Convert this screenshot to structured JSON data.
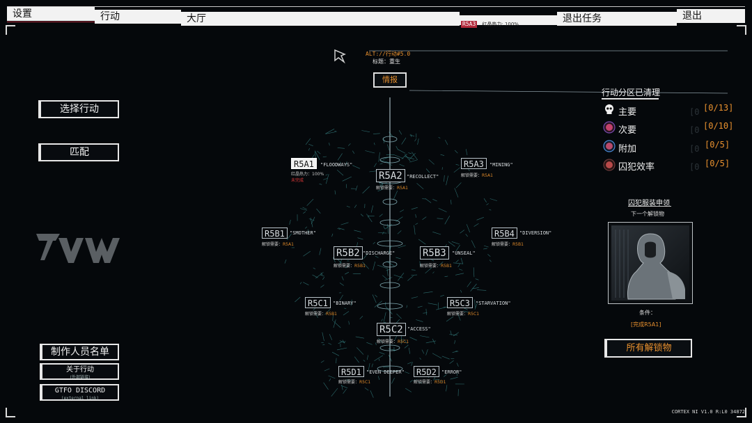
{
  "topbar": {
    "settings": "设置",
    "operation": "行动",
    "lobby": "大厅",
    "heat_code": "R5A3",
    "heat_text": "红晶热力: 100%",
    "exit_mission": "退出任务",
    "exit": "退出"
  },
  "header": {
    "alt_line": "ALT://行动#5.0",
    "title_line": "标题：重生",
    "intel_button": "情报"
  },
  "left_menu": {
    "select_operation": "选择行动",
    "match": "匹配",
    "credits": "制作人员名单",
    "about_operation": "关于行动",
    "about_sub": "(外部链接)",
    "discord": "GTFO DISCORD",
    "discord_sub": "(external link)"
  },
  "nodes": [
    {
      "code": "R5A1",
      "name": "\"FLOODWAYS\"",
      "line1": "红晶热力：100%",
      "line2": "未完成",
      "active": true
    },
    {
      "code": "R5A2",
      "name": "\"RECOLLECT\"",
      "req_label": "解锁需要：",
      "req": "R5A1"
    },
    {
      "code": "R5A3",
      "name": "\"MINING\"",
      "req_label": "解锁需要：",
      "req": "R5A1"
    },
    {
      "code": "R5B1",
      "name": "\"SMOTHER\"",
      "req_label": "解锁需要：",
      "req": "R5A1"
    },
    {
      "code": "R5B2",
      "name": "\"DISCHARGE\"",
      "req_label": "解锁需要：",
      "req": "R5B1"
    },
    {
      "code": "R5B3",
      "name": "\"UNSEAL\"",
      "req_label": "解锁需要：",
      "req": "R5B1"
    },
    {
      "code": "R5B4",
      "name": "\"DIVERSION\"",
      "req_label": "解锁需要：",
      "req": "R5B1"
    },
    {
      "code": "R5C1",
      "name": "\"BINARY\"",
      "req_label": "解锁需要：",
      "req": "R5B1"
    },
    {
      "code": "R5C3",
      "name": "\"STARVATION\"",
      "req_label": "解锁需要：",
      "req": "R5C1"
    },
    {
      "code": "R5C2",
      "name": "\"ACCESS\"",
      "req_label": "解锁需要：",
      "req": "R5C1"
    },
    {
      "code": "R5D1",
      "name": "\"EVEN DEEPER\"",
      "req_label": "解锁需要：",
      "req": "R5C1"
    },
    {
      "code": "R5D2",
      "name": "\"ERROR\"",
      "req_label": "解锁需要：",
      "req": "R5D1"
    }
  ],
  "sectors": {
    "title": "行动分区已清理",
    "rows": [
      {
        "label": "主要",
        "count": "[0/13]",
        "icon": "skull-icon",
        "color": "#ffffff"
      },
      {
        "label": "次要",
        "count": "[0/10]",
        "icon": "secondary-icon",
        "color": "#c4426b"
      },
      {
        "label": "附加",
        "count": "[0/5]",
        "icon": "overload-icon",
        "color": "#4a8ad6"
      },
      {
        "label": "囚犯效率",
        "count": "[0/5]",
        "icon": "efficiency-icon",
        "color": "#b84a4a"
      }
    ]
  },
  "unlock": {
    "title": "囚犯服装申领",
    "subtitle": "下一个解锁物",
    "condition_label": "条件：",
    "condition_value": "[完成R5A1]",
    "all_unlocks": "所有解锁物"
  },
  "footer": {
    "version": "CORTEX NI V1.0 R:L0 34872"
  },
  "colors": {
    "accent_orange": "#e8902e",
    "accent_red": "#e23a3a",
    "teal": "#4fc2c2"
  }
}
